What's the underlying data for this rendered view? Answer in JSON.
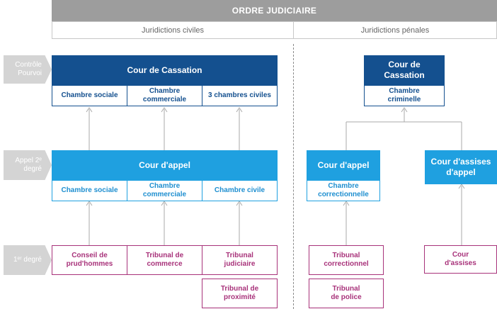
{
  "header": {
    "title": "ORDRE JUDICIAIRE"
  },
  "columns": {
    "civil": "Juridictions civiles",
    "penal": "Juridictions pénales"
  },
  "levels": {
    "controle": "Contrôle Pourvoi",
    "appel": "Appel 2ᵉ degré",
    "premier": "1ᵉʳ degré"
  },
  "civil": {
    "cassation": "Cour de Cassation",
    "cassation_chambers": [
      "Chambre sociale",
      "Chambre commerciale",
      "3 chambres civiles"
    ],
    "appel": "Cour d'appel",
    "appel_chambers": [
      "Chambre sociale",
      "Chambre commerciale",
      "Chambre civile"
    ],
    "first": [
      "Conseil de prud'hommes",
      "Tribunal de commerce",
      "Tribunal judiciaire",
      "Tribunal de proximité"
    ]
  },
  "penal": {
    "cassation": "Cour de Cassation",
    "cassation_chamber": "Chambre criminelle",
    "appel": "Cour d'appel",
    "appel_chamber": "Chambre correctionnelle",
    "assises_appel": "Cour d'assises d'appel",
    "first": [
      "Tribunal correctionnel",
      "Tribunal de police",
      "Cour d'assises"
    ]
  },
  "colors": {
    "dark_blue": "#14508f",
    "light_blue": "#1fa0e0",
    "purple": "#a8327a",
    "gray": "#9d9d9d"
  }
}
